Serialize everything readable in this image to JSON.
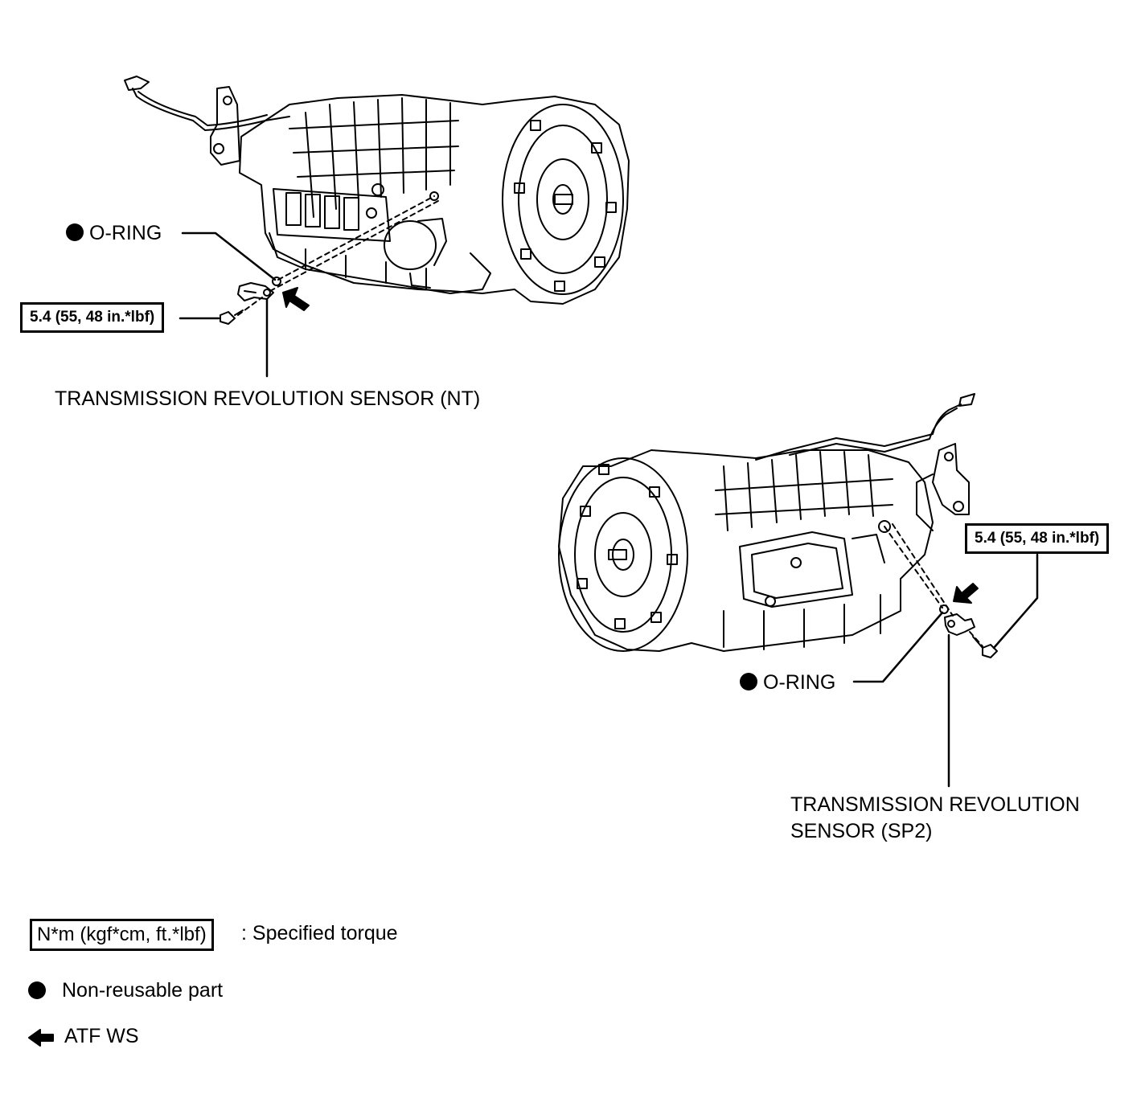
{
  "upper": {
    "oring_label": "O-RING",
    "torque": "5.4 (55, 48 in.*lbf)",
    "sensor_label": "TRANSMISSION REVOLUTION SENSOR (NT)"
  },
  "lower": {
    "oring_label": "O-RING",
    "torque": "5.4 (55, 48 in.*lbf)",
    "sensor_label_line1": "TRANSMISSION REVOLUTION",
    "sensor_label_line2": "SENSOR (SP2)"
  },
  "legend": {
    "torque_box": "N*m (kgf*cm, ft.*lbf)",
    "torque_desc": ": Specified torque",
    "nonreusable": "Non-reusable part",
    "atf": "ATF WS"
  }
}
